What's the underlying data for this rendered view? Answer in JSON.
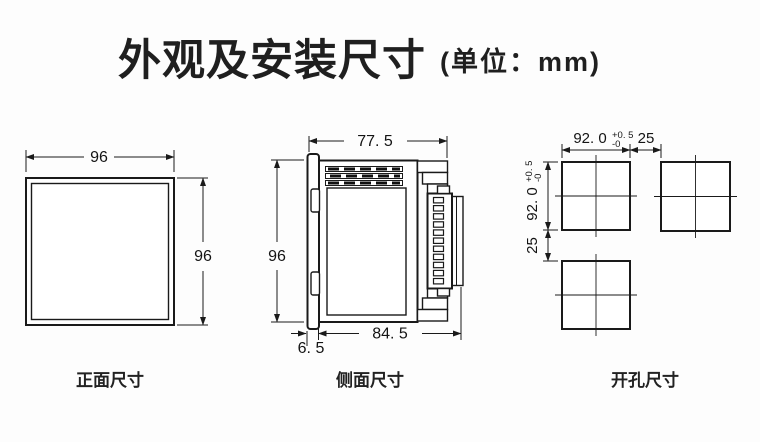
{
  "title": {
    "text": "外观及安装尺寸",
    "unit": "(单位：mm)"
  },
  "views": {
    "front": {
      "caption": "正面尺寸",
      "dims": {
        "width": "96",
        "height": "96"
      }
    },
    "side": {
      "caption": "侧面尺寸",
      "dims": {
        "top": "77. 5",
        "height": "96",
        "depth": "84. 5",
        "bezel": "6. 5"
      }
    },
    "cutout": {
      "caption": "开孔尺寸",
      "dims": {
        "hole_width": "92. 0",
        "hole_width_tol_plus": "+0. 5",
        "hole_width_tol_minus": "-0",
        "hole_height": "92. 0",
        "hole_height_tol_plus": "+0. 5",
        "hole_height_tol_minus": "-0",
        "spacing_horizontal": "25",
        "spacing_vertical": "25"
      }
    }
  },
  "colors": {
    "line": "#1a1a1a",
    "background": "#fdfdfd",
    "text": "#1f1f1f"
  }
}
